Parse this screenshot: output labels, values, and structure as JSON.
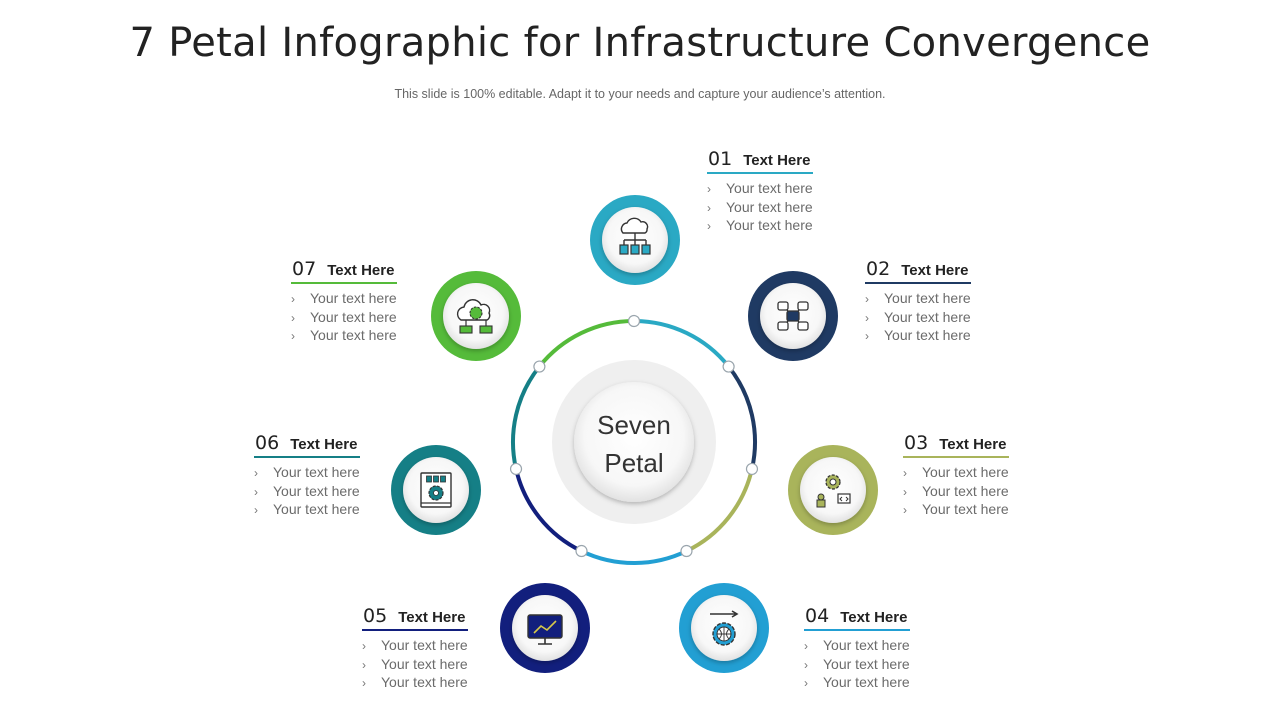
{
  "header": {
    "title": "7 Petal Infographic for Infrastructure Convergence",
    "subtitle": "This slide is 100% editable. Adapt it to your needs and capture your audience’s attention."
  },
  "center": {
    "line1": "Seven",
    "line2": "Petal"
  },
  "bullet_glyph": "›",
  "petals": [
    {
      "number": "01",
      "title": "Text Here",
      "color": "#2aa9c4",
      "icon": "cloud-network-icon",
      "bullets": [
        "Your text here",
        "Your text here",
        "Your text here"
      ]
    },
    {
      "number": "02",
      "title": "Text Here",
      "color": "#1f3a63",
      "icon": "database-network-icon",
      "bullets": [
        "Your text here",
        "Your text here",
        "Your text here"
      ]
    },
    {
      "number": "03",
      "title": "Text Here",
      "color": "#a9b45b",
      "icon": "gear-team-code-icon",
      "bullets": [
        "Your text here",
        "Your text here",
        "Your text here"
      ]
    },
    {
      "number": "04",
      "title": "Text Here",
      "color": "#229fd3",
      "icon": "globe-gear-arrow-icon",
      "bullets": [
        "Your text here",
        "Your text here",
        "Your text here"
      ]
    },
    {
      "number": "05",
      "title": "Text Here",
      "color": "#121f7d",
      "icon": "monitor-chart-icon",
      "bullets": [
        "Your text here",
        "Your text here",
        "Your text here"
      ]
    },
    {
      "number": "06",
      "title": "Text Here",
      "color": "#157f86",
      "icon": "gear-panel-icon",
      "bullets": [
        "Your text here",
        "Your text here",
        "Your text here"
      ]
    },
    {
      "number": "07",
      "title": "Text Here",
      "color": "#55bb3a",
      "icon": "cloud-gear-icon",
      "bullets": [
        "Your text here",
        "Your text here",
        "Your text here"
      ]
    }
  ]
}
